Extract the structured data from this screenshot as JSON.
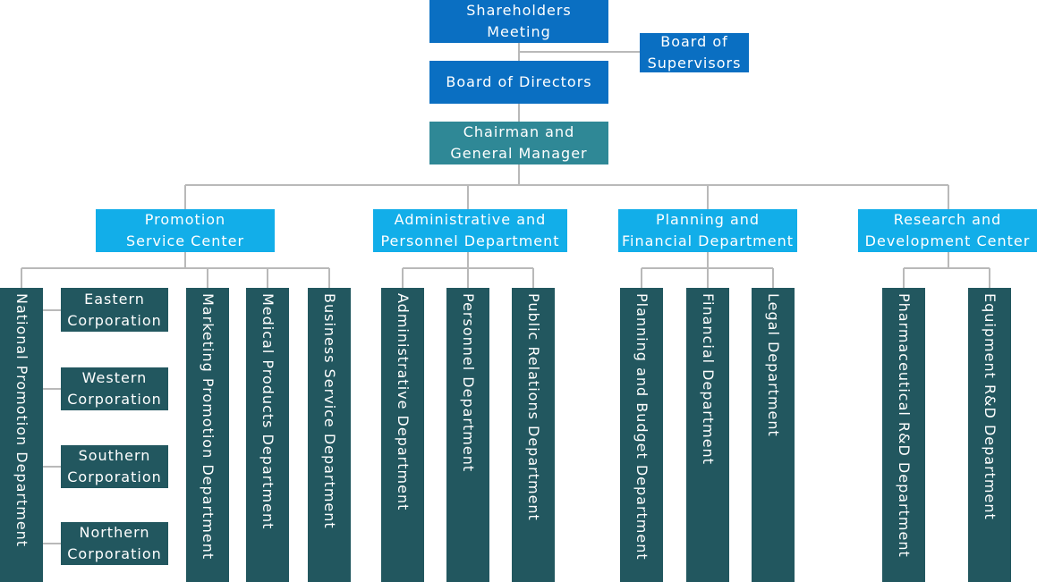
{
  "nodes": {
    "shareholders": "Shareholders\nMeeting",
    "supervisors": "Board of\nSupervisors",
    "directors": "Board of Directors",
    "chairman": "Chairman and\nGeneral Manager",
    "promotion": "Promotion\nService Center",
    "admin": "Administrative and\nPersonnel Department",
    "planning": "Planning and\nFinancial Department",
    "research": "Research and\nDevelopment Center",
    "national": "National Promotion Department",
    "eastern": "Eastern\nCorporation",
    "western": "Western\nCorporation",
    "southern": "Southern\nCorporation",
    "northern": "Northern\nCorporation",
    "marketing": "Marketing Promotion Department",
    "medical": "Medical Products Department",
    "business": "Business Service Department",
    "administrative": "Administrative Department",
    "personnel": "Personnel Department",
    "public_relations": "Public Relations Department",
    "planning_budget": "Planning and Budget Department",
    "financial": "Financial Department",
    "legal": "Legal Department",
    "pharmaceutical": "Pharmaceutical R&D Department",
    "equipment": "Equipment R&D Department"
  },
  "colors": {
    "top": "#0a6fc2",
    "chairman": "#2f8896",
    "level2": "#12aee9",
    "leaf": "#22575f",
    "connector": "#b9b9b9"
  }
}
